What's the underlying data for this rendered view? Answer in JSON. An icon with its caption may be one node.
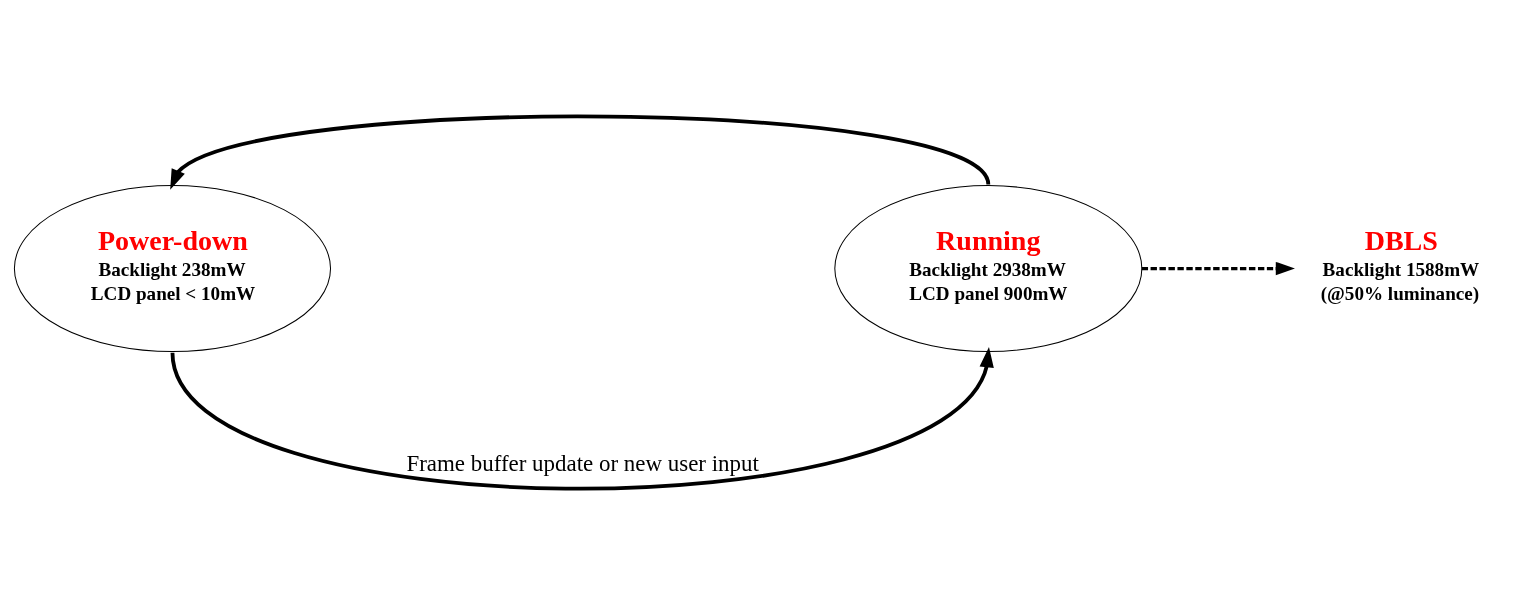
{
  "diagram": {
    "nodes": [
      {
        "text": [
          "Power-down",
          "Backlight 238mW",
          "LCD panel < 10mW"
        ]
      },
      {
        "text": [
          "Running",
          "Backlight 2938mW",
          "LCD panel 900mW"
        ]
      },
      {
        "text": [
          "DBLS",
          "Backlight 1588mW",
          "(@50% luminance)"
        ]
      }
    ],
    "edges": [
      {
        "from": 1,
        "to": 0,
        "arrow": "to"
      },
      {
        "from": 0,
        "to": 1,
        "arrow": "to",
        "label": "Frame buffer update or new user input"
      },
      {
        "from": 1,
        "to": 2,
        "arrow": "to",
        "style": "dashed"
      }
    ]
  }
}
